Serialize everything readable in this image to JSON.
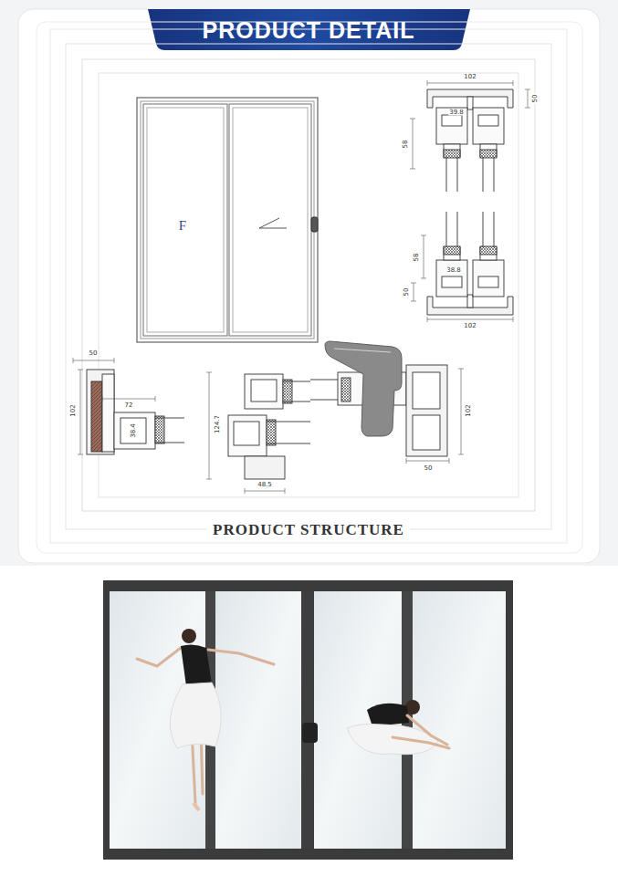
{
  "diagram": {
    "title": "PRODUCT DETAIL",
    "caption": "PRODUCT STRUCTURE",
    "labels": [
      "F",
      "102",
      "39.8",
      "50",
      "58",
      "58",
      "38.8",
      "50",
      "102",
      "50",
      "102",
      "72",
      "38.4",
      "124.7",
      "48.5",
      "102",
      "50"
    ]
  }
}
